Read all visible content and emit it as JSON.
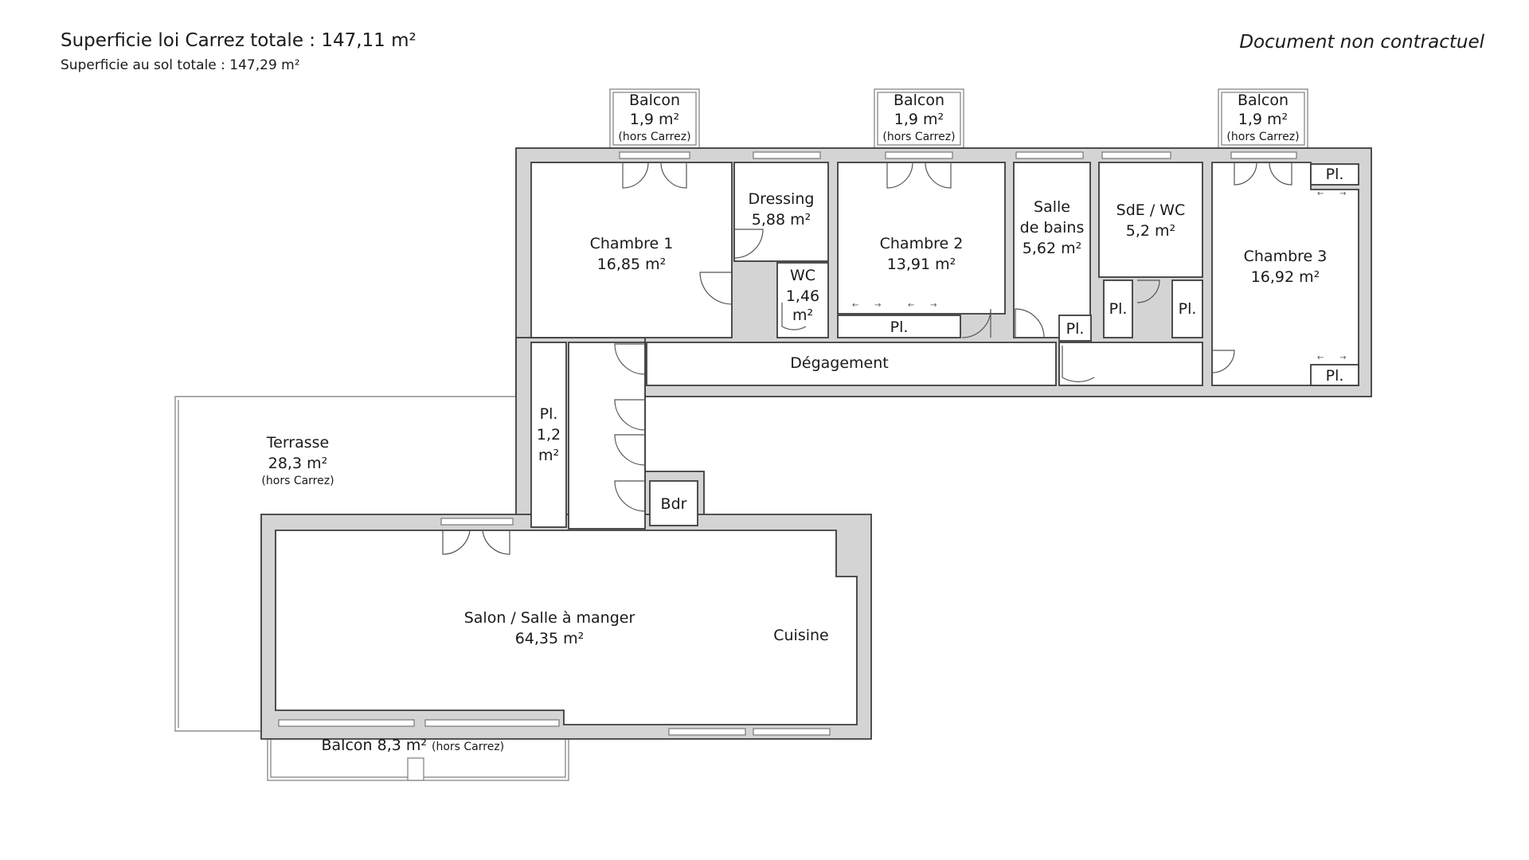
{
  "header": {
    "total_carrez": "Superficie loi Carrez totale : 147,11 m²",
    "total_sol": "Superficie au sol totale : 147,29 m²",
    "disclaimer": "Document non contractuel"
  },
  "rooms": {
    "chambre1": {
      "name": "Chambre 1",
      "area": "16,85 m²"
    },
    "dressing": {
      "name": "Dressing",
      "area": "5,88 m²"
    },
    "chambre2": {
      "name": "Chambre 2",
      "area": "13,91 m²"
    },
    "salle_de_bains": {
      "name1": "Salle",
      "name2": "de bains",
      "area": "5,62 m²"
    },
    "sde_wc": {
      "name": "SdE / WC",
      "area": "5,2 m²"
    },
    "chambre3": {
      "name": "Chambre 3",
      "area": "16,92 m²"
    },
    "wc": {
      "name": "WC",
      "area1": "1,46",
      "area2": "m²"
    },
    "degagement": {
      "name": "Dégagement"
    },
    "placard_couloir": {
      "name": "Pl.",
      "area1": "1,2",
      "area2": "m²"
    },
    "bdr": {
      "name": "Bdr"
    },
    "salon": {
      "name": "Salon / Salle à manger",
      "area": "64,35 m²"
    },
    "cuisine": {
      "name": "Cuisine"
    },
    "terrasse": {
      "name": "Terrasse",
      "area": "28,3 m²",
      "note": "(hors Carrez)"
    },
    "balcon_bas": {
      "name": "Balcon 8,3 m²",
      "note": "(hors Carrez)"
    },
    "balcon1": {
      "name": "Balcon",
      "area": "1,9 m²",
      "note": "(hors Carrez)"
    },
    "balcon2": {
      "name": "Balcon",
      "area": "1,9 m²",
      "note": "(hors Carrez)"
    },
    "balcon3": {
      "name": "Balcon",
      "area": "1,9 m²",
      "note": "(hors Carrez)"
    }
  },
  "placards": {
    "label": "Pl."
  },
  "colors": {
    "wall_fill": "#d4d4d4",
    "wall_stroke": "#3c3c3c",
    "exterior_stroke": "#8e8e8e"
  }
}
